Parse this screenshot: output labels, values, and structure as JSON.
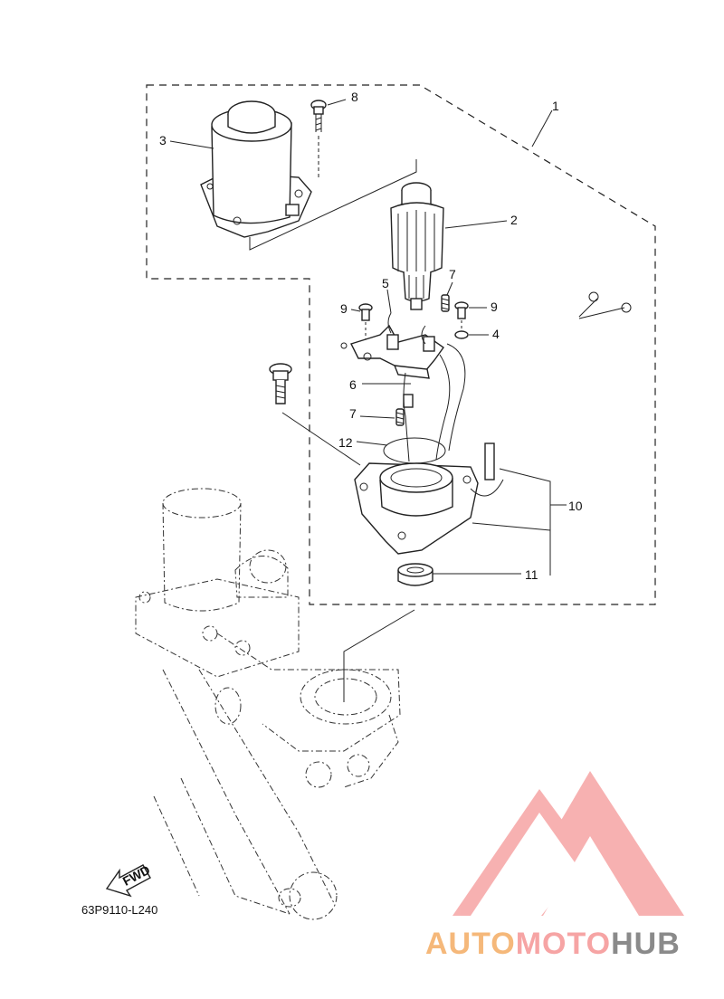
{
  "diagram": {
    "drawing_code": "63P9110-L240",
    "fwd_label": "FWD",
    "callouts": {
      "p1": "1",
      "p2": "2",
      "p3": "3",
      "p4": "4",
      "p5": "5",
      "p6": "6",
      "p7a": "7",
      "p7b": "7",
      "p8": "8",
      "p9a": "9",
      "p9b": "9",
      "p10": "10",
      "p11": "11",
      "p12": "12"
    }
  },
  "watermark": {
    "part1": "AUTO",
    "part2": "MOTO",
    "part3": "HUB",
    "colors": {
      "auto": "#f5b87a",
      "moto": "#f6a4a4",
      "hub": "#8a8a8a",
      "logo": "#f6a4a4"
    }
  }
}
